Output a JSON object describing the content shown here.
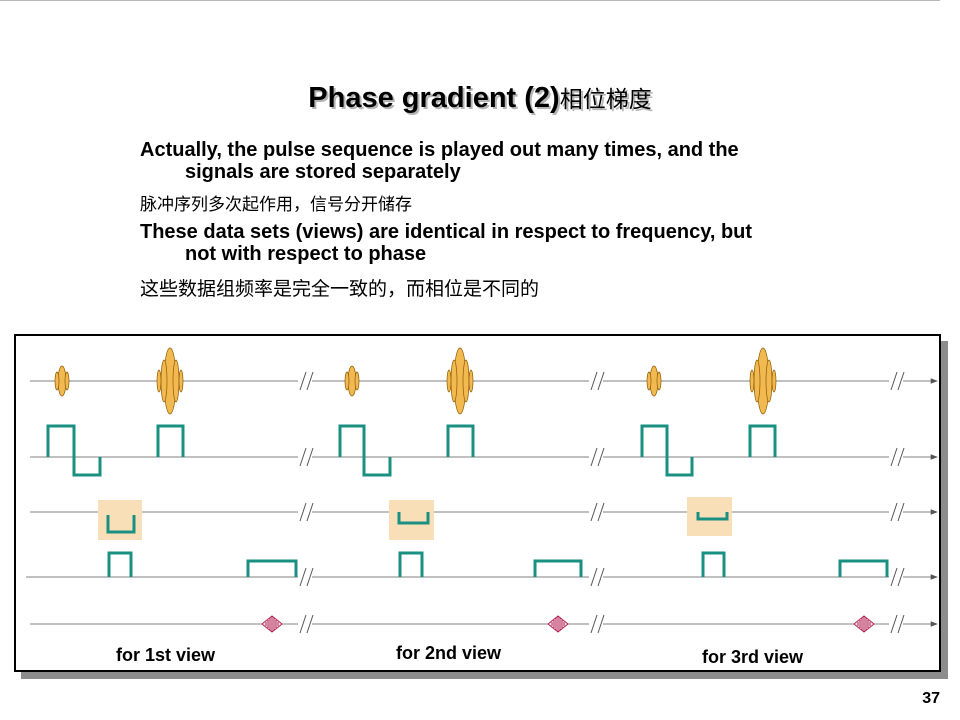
{
  "title": {
    "main": "Phase gradient (2)",
    "chinese": "相位梯度"
  },
  "paragraph1": {
    "line1": "Actually, the pulse sequence is played out many times, and the",
    "line2": "signals are stored separately"
  },
  "paragraph1_zh": "脉冲序列多次起作用，信号分开储存",
  "paragraph2": {
    "line1": "These data sets (views) are identical in respect to frequency, but",
    "line2": "not with respect to phase"
  },
  "paragraph2_zh": "这些数据组频率是完全一致的，而相位是不同的",
  "view_labels": [
    "for 1st view",
    "for 2nd view",
    "for 3rd view"
  ],
  "page_number": "37",
  "colors": {
    "rf_pulse_fill": "#f2b951",
    "rf_pulse_stroke": "#8a5a00",
    "gradient": "#1a9082",
    "highlight": "#f9dfb7",
    "signal": "#b02050",
    "baseline": "#808080"
  }
}
